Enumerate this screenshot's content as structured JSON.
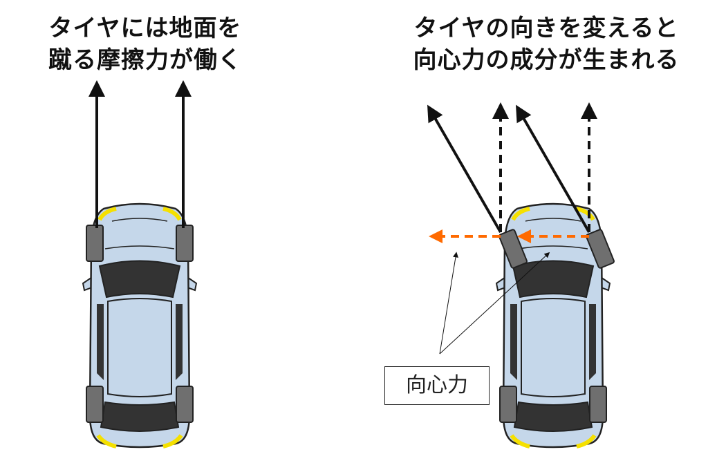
{
  "left_panel": {
    "title_lines": [
      "タイヤには地面を",
      "蹴る摩擦力が働く"
    ]
  },
  "right_panel": {
    "title_lines": [
      "タイヤの向きを変えると",
      "向心力の成分が生まれる"
    ],
    "callout_label": "向心力"
  },
  "colors": {
    "car_body": "#c5d7ea",
    "car_outline": "#222222",
    "window": "#333333",
    "tire": "#6f6f6f",
    "fender_light": "#f5e000",
    "friction_arrow": "#111111",
    "centripetal_arrow": "#ff6a00"
  }
}
